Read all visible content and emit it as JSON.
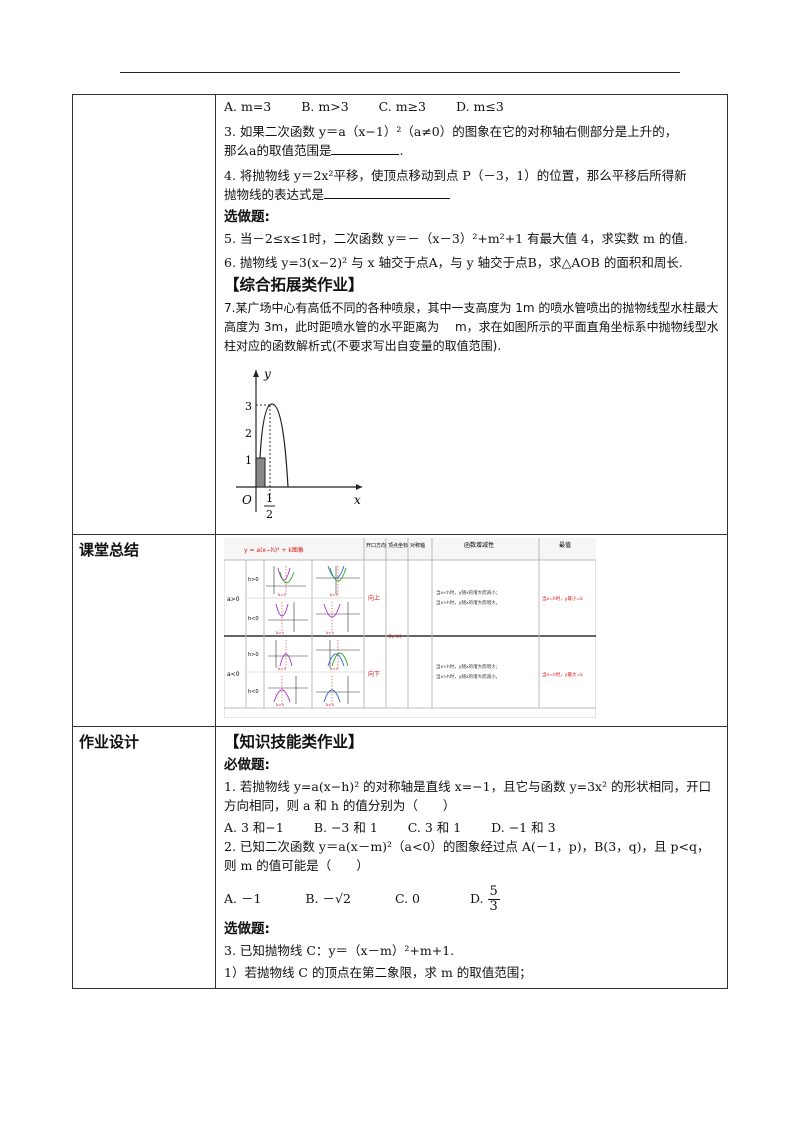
{
  "rows": {
    "first": {
      "q2_choices": [
        "A. m=3",
        "B. m>3",
        "C. m≥3",
        "D. m≤3"
      ],
      "q3_line1": "3. 如果二次函数 y＝a（x−1）²（a≠0）的图象在它的对称轴右侧部分是上升的，",
      "q3_line2": "那么a的取值范围是",
      "q4_line1": "4. 将抛物线 y＝2x²平移，使顶点移动到点 P（－3，1）的位置，那么平移后所得新",
      "q4_line2": "抛物线的表达式是",
      "optional_heading": "选做题:",
      "q5": "5. 当－2≤x≤1时，二次函数 y＝－（x－3）²+m²+1 有最大值 4，求实数 m 的值.",
      "q6": "6. 抛物线 y=3(x−2)² 与 x 轴交于点A，与 y 轴交于点B，求△AOB 的面积和周长.",
      "section_title": "【综合拓展类作业】",
      "q7": "7.某广场中心有高低不同的各种喷泉，其中一支高度为 1m 的喷水管喷出的抛物线型水柱最大高度为 3m，此时距喷水管的水平距离为　 m，求在如图所示的平面直角坐标系中抛物线型水柱对应的函数解析式(不要求写出自变量的取值范围).",
      "graph": {
        "y_axis": "y",
        "x_axis": "x",
        "origin": "O",
        "y_ticks": [
          "1",
          "2",
          "3"
        ],
        "x_tick_num": "1",
        "x_tick_den": "2"
      }
    },
    "summary": {
      "label": "课堂总结",
      "table_header": [
        "y = a(x−h)² + k图象",
        "开口方向",
        "顶点坐标",
        "对称轴",
        "函数增减性",
        "最值"
      ],
      "a_pos": "a>0",
      "a_neg": "a<0",
      "h_pos": "h>0",
      "h_neg": "h<0",
      "open_up": "向上",
      "open_down": "向下",
      "vertex": "(h, k)",
      "mono_up": [
        "当x<h时，y随x的增大而减小；",
        "当x>h时，y随x的增大而增大。"
      ],
      "mono_down": [
        "当x<h时，y随x的增大而增大；",
        "当x>h时，y随x的增大而减小。"
      ],
      "max_up": "当x=h时，y最小=k",
      "max_down": "当x=h时，y最大=k",
      "k_labels": [
        "k>0",
        "k<0"
      ]
    },
    "homework": {
      "label": "作业设计",
      "section_title": "【知识技能类作业】",
      "required_heading": "必做题:",
      "q1_line1": "1. 若抛物线 y=a(x−h)² 的对称轴是直线 x=−1，且它与函数 y=3x² 的形状相同，开口",
      "q1_line2": "方向相同，则 a 和 h 的值分别为（　　）",
      "q1_choices": [
        "A. 3 和−1",
        "B. −3 和 1",
        "C. 3 和 1",
        "D. −1 和 3"
      ],
      "q2_line1": "2. 已知二次函数 y＝a(x－m)²（a<0）的图象经过点 A(－1，p)，B(3，q)，且 p<q，",
      "q2_line2": "则 m 的值可能是（　　）",
      "q2_choices": [
        "A. －1",
        "B. －√2",
        "C. 0",
        "D."
      ],
      "q2_frac_num": "5",
      "q2_frac_den": "3",
      "optional_heading": "选做题:",
      "q3": "3. 已知抛物线 C：y＝（x－m）²+m+1.",
      "q3_sub1": "1）若抛物线 C 的顶点在第二象限，求 m 的取值范围；"
    }
  }
}
